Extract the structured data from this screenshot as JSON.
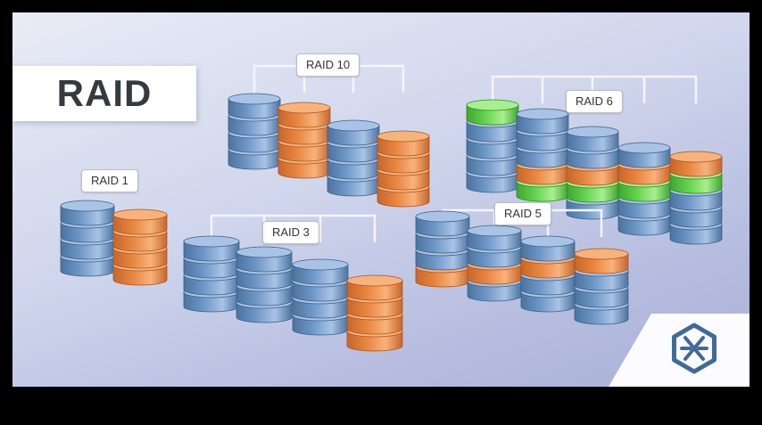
{
  "title": "RAID",
  "colors": {
    "blue": "#6d96c6",
    "orange": "#e8853f",
    "green": "#63d24d",
    "logo": "#3f6a9a"
  },
  "logo_icon": "raid-brand-logo-icon",
  "groups": [
    {
      "label": "RAID 10",
      "stacks": [
        [
          "b",
          "b",
          "b",
          "b"
        ],
        [
          "o",
          "o",
          "o",
          "o"
        ],
        [
          "b",
          "b",
          "b",
          "b"
        ],
        [
          "o",
          "o",
          "o",
          "o"
        ]
      ]
    },
    {
      "label": "RAID 6",
      "stacks": [
        [
          "g",
          "b",
          "b",
          "b",
          "b"
        ],
        [
          "b",
          "b",
          "b",
          "o",
          "g"
        ],
        [
          "b",
          "b",
          "o",
          "g",
          "b"
        ],
        [
          "b",
          "o",
          "g",
          "b",
          "b"
        ],
        [
          "o",
          "g",
          "b",
          "b",
          "b"
        ]
      ]
    },
    {
      "label": "RAID 1",
      "stacks": [
        [
          "b",
          "b",
          "b",
          "b"
        ],
        [
          "o",
          "o",
          "o",
          "o"
        ]
      ]
    },
    {
      "label": "RAID 3",
      "stacks": [
        [
          "b",
          "b",
          "b",
          "b"
        ],
        [
          "b",
          "b",
          "b",
          "b"
        ],
        [
          "b",
          "b",
          "b",
          "b"
        ],
        [
          "o",
          "o",
          "o",
          "o"
        ]
      ]
    },
    {
      "label": "RAID 5",
      "stacks": [
        [
          "b",
          "b",
          "b",
          "o"
        ],
        [
          "b",
          "b",
          "o",
          "b"
        ],
        [
          "b",
          "o",
          "b",
          "b"
        ],
        [
          "o",
          "b",
          "b",
          "b"
        ]
      ]
    }
  ]
}
